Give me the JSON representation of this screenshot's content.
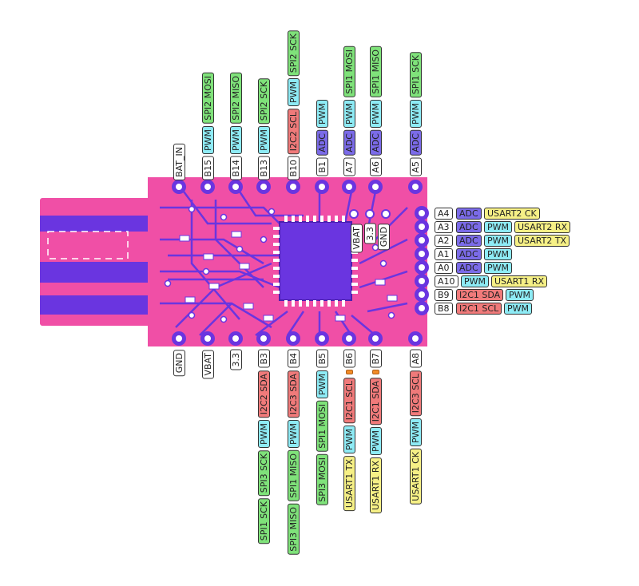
{
  "colors": {
    "board": "#F04FA6",
    "trace": "#6A35E0",
    "chip": "#6A35E0",
    "adc": "#7B6BE8",
    "pwm": "#8EEBF5",
    "spi": "#7FE27A",
    "i2c": "#F07A7A",
    "usart": "#F6F086",
    "pin": "#ffffff"
  },
  "board": {
    "silk_vbat": "VBAT",
    "silk_33": "3.3",
    "silk_gnd": "GND"
  },
  "top_pins": [
    {
      "pin": "BAT_IN",
      "funcs": []
    },
    {
      "pin": "B15",
      "funcs": [
        {
          "t": "PWM",
          "k": "pwm"
        },
        {
          "t": "SPI2 MOSI",
          "k": "spi"
        }
      ]
    },
    {
      "pin": "B14",
      "funcs": [
        {
          "t": "PWM",
          "k": "pwm"
        },
        {
          "t": "SPI2 MISO",
          "k": "spi"
        }
      ]
    },
    {
      "pin": "B13",
      "funcs": [
        {
          "t": "PWM",
          "k": "pwm"
        },
        {
          "t": "SPI2 SCK",
          "k": "spi"
        }
      ]
    },
    {
      "pin": "B10",
      "funcs": [
        {
          "t": "I2C2 SCL",
          "k": "i2c"
        },
        {
          "t": "PWM",
          "k": "pwm"
        },
        {
          "t": "SPI2 SCK",
          "k": "spi"
        }
      ]
    },
    {
      "pin": "B1",
      "funcs": [
        {
          "t": "ADC",
          "k": "adc"
        },
        {
          "t": "PWM",
          "k": "pwm"
        }
      ]
    },
    {
      "pin": "A7",
      "funcs": [
        {
          "t": "ADC",
          "k": "adc"
        },
        {
          "t": "PWM",
          "k": "pwm"
        },
        {
          "t": "SPI1 MOSI",
          "k": "spi"
        }
      ]
    },
    {
      "pin": "A6",
      "funcs": [
        {
          "t": "ADC",
          "k": "adc"
        },
        {
          "t": "PWM",
          "k": "pwm"
        },
        {
          "t": "SPI1 MISO",
          "k": "spi"
        }
      ]
    },
    {
      "pin": "A5",
      "funcs": [
        {
          "t": "ADC",
          "k": "adc"
        },
        {
          "t": "PWM",
          "k": "pwm"
        },
        {
          "t": "SPI1 SCK",
          "k": "spi"
        }
      ]
    }
  ],
  "right_pins": [
    {
      "pin": "A4",
      "funcs": [
        {
          "t": "ADC",
          "k": "adc"
        },
        {
          "t": "USART2 CK",
          "k": "usart"
        }
      ]
    },
    {
      "pin": "A3",
      "funcs": [
        {
          "t": "ADC",
          "k": "adc"
        },
        {
          "t": "PWM",
          "k": "pwm"
        },
        {
          "t": "USART2 RX",
          "k": "usart"
        }
      ]
    },
    {
      "pin": "A2",
      "funcs": [
        {
          "t": "ADC",
          "k": "adc"
        },
        {
          "t": "PWM",
          "k": "pwm"
        },
        {
          "t": "USART2 TX",
          "k": "usart"
        }
      ]
    },
    {
      "pin": "A1",
      "funcs": [
        {
          "t": "ADC",
          "k": "adc"
        },
        {
          "t": "PWM",
          "k": "pwm"
        }
      ]
    },
    {
      "pin": "A0",
      "funcs": [
        {
          "t": "ADC",
          "k": "adc"
        },
        {
          "t": "PWM",
          "k": "pwm"
        }
      ]
    },
    {
      "pin": "A10",
      "funcs": [
        {
          "t": "PWM",
          "k": "pwm"
        },
        {
          "t": "USART1 RX",
          "k": "usart"
        }
      ]
    },
    {
      "pin": "B9",
      "funcs": [
        {
          "t": "I2C1 SDA",
          "k": "i2c"
        },
        {
          "t": "PWM",
          "k": "pwm"
        }
      ]
    },
    {
      "pin": "B8",
      "funcs": [
        {
          "t": "I2C1 SCL",
          "k": "i2c"
        },
        {
          "t": "PWM",
          "k": "pwm"
        }
      ]
    }
  ],
  "bottom_pins": [
    {
      "pin": "GND",
      "funcs": []
    },
    {
      "pin": "VBAT",
      "funcs": []
    },
    {
      "pin": "3.3",
      "funcs": []
    },
    {
      "pin": "B3",
      "funcs": [
        {
          "t": "I2C2 SDA",
          "k": "i2c"
        },
        {
          "t": "PWM",
          "k": "pwm"
        },
        {
          "t": "SPI3 SCK",
          "k": "spi"
        },
        {
          "t": "SPI1 SCK",
          "k": "spi"
        }
      ]
    },
    {
      "pin": "B4",
      "funcs": [
        {
          "t": "I2C3 SDA",
          "k": "i2c"
        },
        {
          "t": "PWM",
          "k": "pwm"
        },
        {
          "t": "SPI1 MISO",
          "k": "spi"
        },
        {
          "t": "SPI3 MISO",
          "k": "spi"
        }
      ]
    },
    {
      "pin": "B5",
      "funcs": [
        {
          "t": "PWM",
          "k": "pwm"
        },
        {
          "t": "SPI1 MOSI",
          "k": "spi"
        },
        {
          "t": "SPI3 MOSI",
          "k": "spi"
        }
      ]
    },
    {
      "pin": "B6",
      "marker": true,
      "funcs": [
        {
          "t": "I2C1 SCL",
          "k": "i2c"
        },
        {
          "t": "PWM",
          "k": "pwm"
        },
        {
          "t": "USART1 TX",
          "k": "usart"
        }
      ]
    },
    {
      "pin": "B7",
      "marker": true,
      "funcs": [
        {
          "t": "I2C1 SDA",
          "k": "i2c"
        },
        {
          "t": "PWM",
          "k": "pwm"
        },
        {
          "t": "USART1 RX",
          "k": "usart"
        }
      ]
    },
    {
      "pin": "A8",
      "funcs": [
        {
          "t": "I2C3 SCL",
          "k": "i2c"
        },
        {
          "t": "PWM",
          "k": "pwm"
        },
        {
          "t": "USART1 CK",
          "k": "usart"
        }
      ]
    }
  ]
}
